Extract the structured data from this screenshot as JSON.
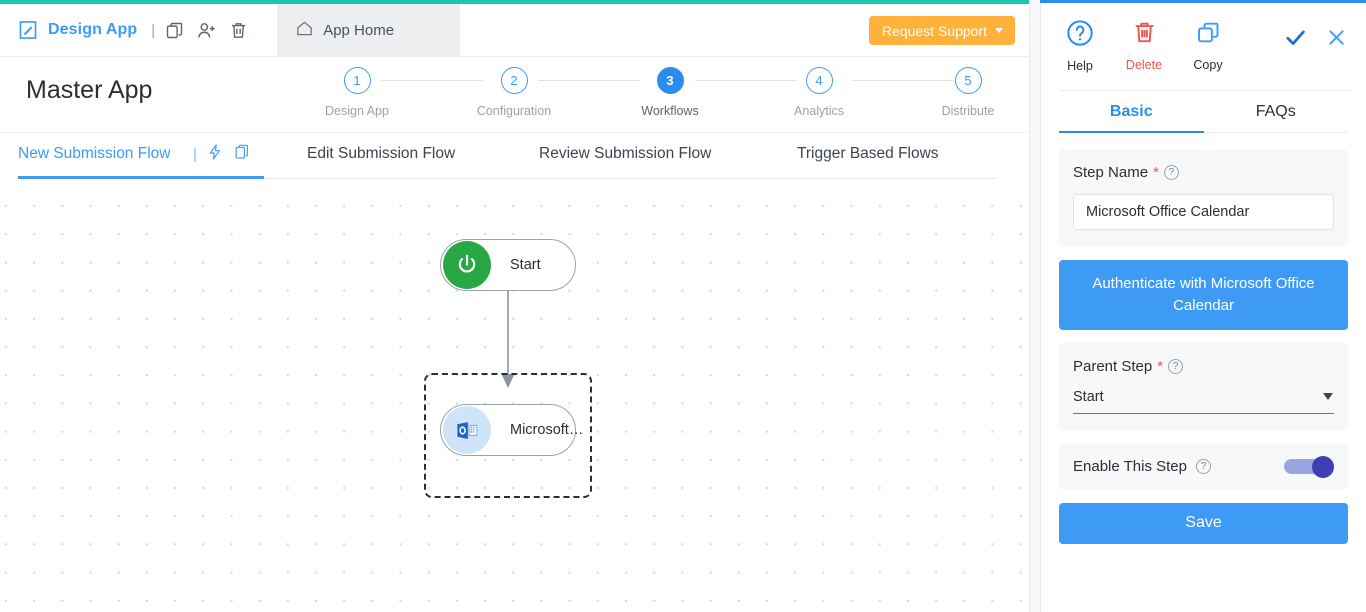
{
  "toolbar": {
    "design_app_label": "Design App",
    "separator": "|",
    "icons": [
      "edit-square-icon",
      "duplicate-icon",
      "add-user-icon",
      "trash-icon"
    ],
    "home_tab_label": "App Home",
    "support_button_label": "Request Support",
    "accent_color": "#17c7b0",
    "support_color": "#ffb13b"
  },
  "header": {
    "app_title": "Master App"
  },
  "stepper": {
    "active_index": 3,
    "steps": [
      {
        "number": "1",
        "label": "Design App"
      },
      {
        "number": "2",
        "label": "Configuration"
      },
      {
        "number": "3",
        "label": "Workflows"
      },
      {
        "number": "4",
        "label": "Analytics"
      },
      {
        "number": "5",
        "label": "Distribute"
      }
    ]
  },
  "flow_tabs": {
    "separator": "|",
    "items": [
      {
        "label": "New Submission Flow",
        "active": true
      },
      {
        "label": "Edit Submission Flow",
        "active": false
      },
      {
        "label": "Review Submission Flow",
        "active": false
      },
      {
        "label": "Trigger Based Flows",
        "active": false
      }
    ],
    "icons": [
      "lightning-icon",
      "duplicate-icon"
    ]
  },
  "canvas": {
    "nodes": [
      {
        "id": "start",
        "label": "Start",
        "icon": "power-icon",
        "badge_color": "#27a844"
      },
      {
        "id": "ms-office-calendar",
        "label": "Microsoft…",
        "icon": "microsoft-outlook-calendar-icon",
        "badge_color": "#cfe4f9",
        "selected": true
      }
    ]
  },
  "panel": {
    "actions": [
      {
        "label": "Help",
        "icon": "help-circle-icon",
        "color": "#2b8cf0"
      },
      {
        "label": "Delete",
        "icon": "trash-icon",
        "color": "#f0544a"
      },
      {
        "label": "Copy",
        "icon": "duplicate-icon",
        "color": "#3d9bf5"
      }
    ],
    "confirm_icons": [
      "check-icon",
      "close-icon"
    ],
    "tabs": [
      {
        "label": "Basic",
        "active": true
      },
      {
        "label": "FAQs",
        "active": false
      }
    ],
    "step_name": {
      "label": "Step Name",
      "required_marker": "*",
      "help": "?",
      "value": "Microsoft Office Calendar",
      "placeholder": "Step Name"
    },
    "authenticate_button_label": "Authenticate with Microsoft Office Calendar",
    "parent_step": {
      "label": "Parent Step",
      "required_marker": "*",
      "help": "?",
      "value": "Start",
      "options": [
        "Start"
      ]
    },
    "enable_step": {
      "label": "Enable This Step",
      "help": "?",
      "enabled": true
    },
    "save_button_label": "Save"
  }
}
